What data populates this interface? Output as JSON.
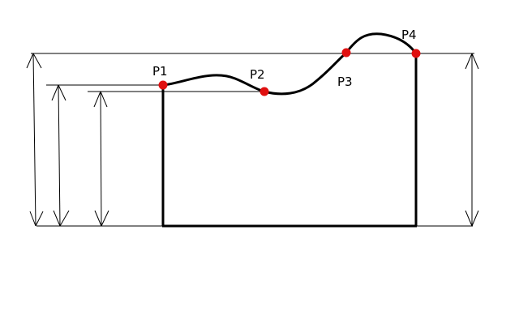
{
  "diagram": {
    "points": [
      {
        "id": "p1",
        "label": "P1"
      },
      {
        "id": "p2",
        "label": "P2"
      },
      {
        "id": "p3",
        "label": "P3"
      },
      {
        "id": "p4",
        "label": "P4"
      }
    ],
    "colors": {
      "point": "#e01010",
      "line": "#000000",
      "background": "#ffffff"
    }
  }
}
